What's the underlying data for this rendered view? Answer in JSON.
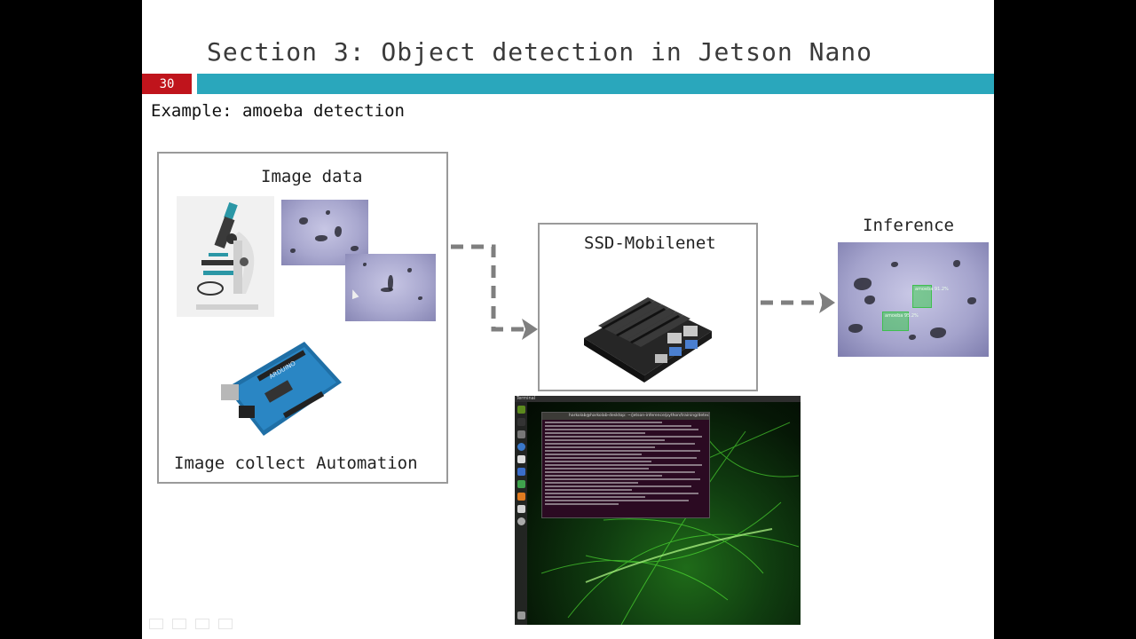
{
  "slide": {
    "title": "Section 3: Object detection in Jetson Nano",
    "number": "30",
    "subtitle": "Example: amoeba detection",
    "colors": {
      "accent_red": "#c0141c",
      "accent_teal": "#2aa7bc"
    }
  },
  "left_box": {
    "top_label": "Image data",
    "bottom_label": "Image collect Automation",
    "microscope_image": "microscope-illustration",
    "sample_images": [
      "amoeba-sample-1",
      "amoeba-sample-2"
    ],
    "board_image": "arduino-uno-board"
  },
  "middle_box": {
    "label": "SSD-Mobilenet",
    "device_image": "jetson-nano-board"
  },
  "inference": {
    "label": "Inference",
    "detections": [
      "amoeba 91.2%",
      "amoeba 95.2%"
    ]
  },
  "terminal_screenshot": {
    "topbar_app": "Terminal",
    "window_title": "harkolab@harkolab-desktop: ~/jetson-inference/python/training/detection/ssd"
  }
}
